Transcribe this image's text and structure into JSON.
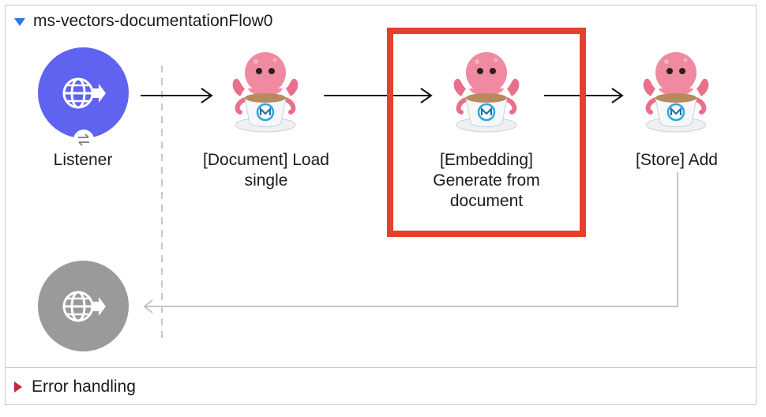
{
  "flow": {
    "title": "ms-vectors-documentationFlow0",
    "nodes": [
      {
        "label": "Listener",
        "icon": "http-listener-globe-icon"
      },
      {
        "label": "[Document] Load single",
        "icon": "octopus-mule-connector-icon"
      },
      {
        "label": "[Embedding] Generate from document",
        "icon": "octopus-mule-connector-icon",
        "highlighted": true
      },
      {
        "label": "[Store] Add",
        "icon": "octopus-mule-connector-icon"
      }
    ],
    "response_icon": "http-response-globe-icon"
  },
  "error_handling": {
    "label": "Error handling"
  },
  "colors": {
    "listener": "#5f63f0",
    "response": "#9a9a9a",
    "highlight": "#e5402a",
    "expand_arrow": "#2f74e8",
    "collapse_arrow": "#c8243a"
  }
}
